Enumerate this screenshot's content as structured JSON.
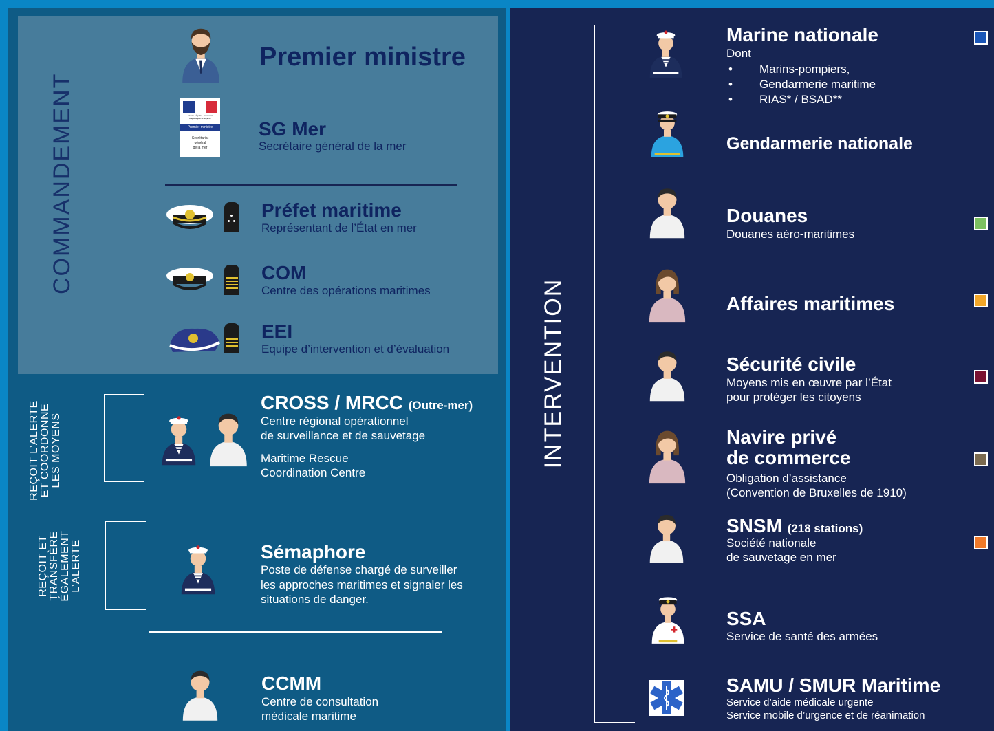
{
  "commandement": {
    "label": "COMMANDEMENT",
    "items": [
      {
        "title": "Premier ministre",
        "icon": "prime-minister-icon"
      },
      {
        "title": "SG Mer",
        "subtitle": "Secrétaire général de la mer",
        "logo": {
          "lines": [
            "Liberté · Égalité · Fraternité",
            "République Française",
            "Premier ministre",
            "Secrétariat",
            "général",
            "de la mer"
          ]
        }
      },
      {
        "title": "Préfet maritime",
        "subtitle": "Représentant de l’État en mer"
      },
      {
        "title": "COM",
        "subtitle": "Centre des opérations maritimes"
      },
      {
        "title": "EEI",
        "subtitle": "Equipe d’intervention et d’évaluation"
      }
    ]
  },
  "alerte": {
    "label1": [
      "REÇOIT L’ALERTE",
      "ET COORDONNE",
      "LES MOYENS"
    ],
    "label2": [
      "REÇOIT ET",
      "TRANSFÈRE",
      "ÉGALEMENT",
      "L’ALERTE"
    ],
    "cross": {
      "title": "CROSS / MRCC",
      "title_note": "(Outre-mer)",
      "subtitle1": "Centre régional opérationnel",
      "subtitle2": "de surveillance et de sauvetage",
      "subtitle3": "Maritime Rescue",
      "subtitle4": "Coordination Centre"
    },
    "semaphore": {
      "title": "Sémaphore",
      "subtitle1": "Poste de défense chargé de surveiller",
      "subtitle2": "les approches maritimes et signaler les",
      "subtitle3": "situations de danger."
    },
    "ccmm": {
      "title": "CCMM",
      "subtitle1": "Centre de consultation",
      "subtitle2": "médicale maritime"
    }
  },
  "intervention": {
    "label": "INTERVENTION",
    "items": [
      {
        "title": "Marine nationale",
        "subtitle": "Dont",
        "list": [
          "Marins-pompiers,",
          "Gendarmerie maritime",
          "RIAS* / BSAD**"
        ],
        "legend_color": "#1a56b8"
      },
      {
        "title": "Gendarmerie nationale"
      },
      {
        "title": "Douanes",
        "subtitle": "Douanes aéro-maritimes",
        "legend_color": "#7cc060"
      },
      {
        "title": "Affaires maritimes",
        "legend_color": "#f2a72a"
      },
      {
        "title": "Sécurité civile",
        "subtitle1": "Moyens mis en œuvre par l’État",
        "subtitle2": "pour protéger les citoyens",
        "legend_color": "#7a1232"
      },
      {
        "title1": "Navire privé",
        "title2": "de commerce",
        "subtitle1": "Obligation d’assistance",
        "subtitle2": "(Convention de Bruxelles de 1910)",
        "legend_color": "#7b6b50"
      },
      {
        "title": "SNSM",
        "title_note": "(218 stations)",
        "subtitle1": "Société nationale",
        "subtitle2": "de sauvetage en mer",
        "legend_color": "#f07a2a"
      },
      {
        "title": "SSA",
        "subtitle": "Service de santé des armées"
      },
      {
        "title": "SAMU / SMUR Maritime",
        "subtitle1": "Service d’aide médicale urgente",
        "subtitle2": "Service mobile d’urgence et de réanimation"
      }
    ]
  }
}
